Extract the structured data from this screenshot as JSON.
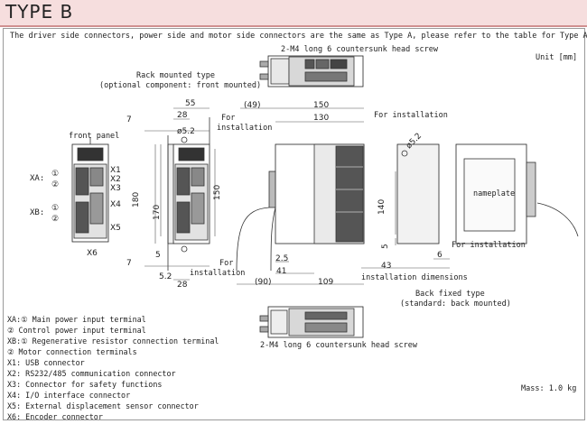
{
  "header": {
    "title": "TYPE B"
  },
  "intro": "The driver side connectors, power side and motor side connectors are the same as Type A, please refer to the table for Type A.",
  "unit": "Unit [mm]",
  "screw_top": "2-M4 long 6 countersunk head screw",
  "screw_bottom": "2-M4 long 6 countersunk head screw",
  "rack": {
    "line1": "Rack mounted type",
    "line2": "(optional component: front mounted)"
  },
  "back": {
    "line1": "Back fixed type",
    "line2": "(standard: back mounted)"
  },
  "front_panel": "front panel",
  "connector_labels": {
    "xa": "XA:",
    "xb": "XB:",
    "c1": "①",
    "c2": "②",
    "x1": "X1",
    "x2": "X2",
    "x3": "X3",
    "x4": "X4",
    "x5": "X5",
    "x6": "X6"
  },
  "for_installation": "For installation",
  "for_word": "For",
  "installation_word": "installation",
  "installation_dimensions": "installation dimensions",
  "nameplate": "nameplate",
  "dims": {
    "d55": "55",
    "d28": "28",
    "d7": "7",
    "d52": "ø5.2",
    "d180": "180",
    "d170": "170",
    "d150": "150",
    "d7b": "7",
    "d5": "5",
    "d52b": "5.2",
    "d28b": "28",
    "d49": "(49)",
    "d150t": "150",
    "d130": "130",
    "d25": "2.5",
    "d41": "41",
    "d90": "(90)",
    "d109": "109",
    "d52c": "ø5.2",
    "d140": "140",
    "d5b": "5",
    "d43": "43",
    "d6": "6"
  },
  "legend": [
    "XA:① Main power input terminal",
    "   ② Control power input terminal",
    "XB:① Regenerative resistor connection terminal",
    "   ② Motor connection terminals",
    "X1: USB connector",
    "X2: RS232/485 communication connector",
    "X3: Connector for safety functions",
    "X4: I/O interface connector",
    "X5: External displacement sensor connector",
    "X6: Encoder connector"
  ],
  "mass": "Mass: 1.0 kg"
}
